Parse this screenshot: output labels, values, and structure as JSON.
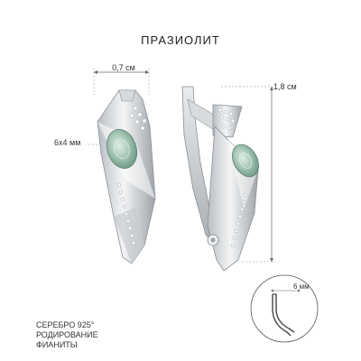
{
  "title": "ПРАЗИОЛИТ",
  "dimensions": {
    "width": "0,7 см",
    "height": "1,8 см",
    "gem": "6x4 мм",
    "clasp": "6 мм"
  },
  "specs": [
    "СЕРЕБРО 925°",
    "РОДИРОВАНИЕ",
    "ФИАНИТЫ"
  ]
}
